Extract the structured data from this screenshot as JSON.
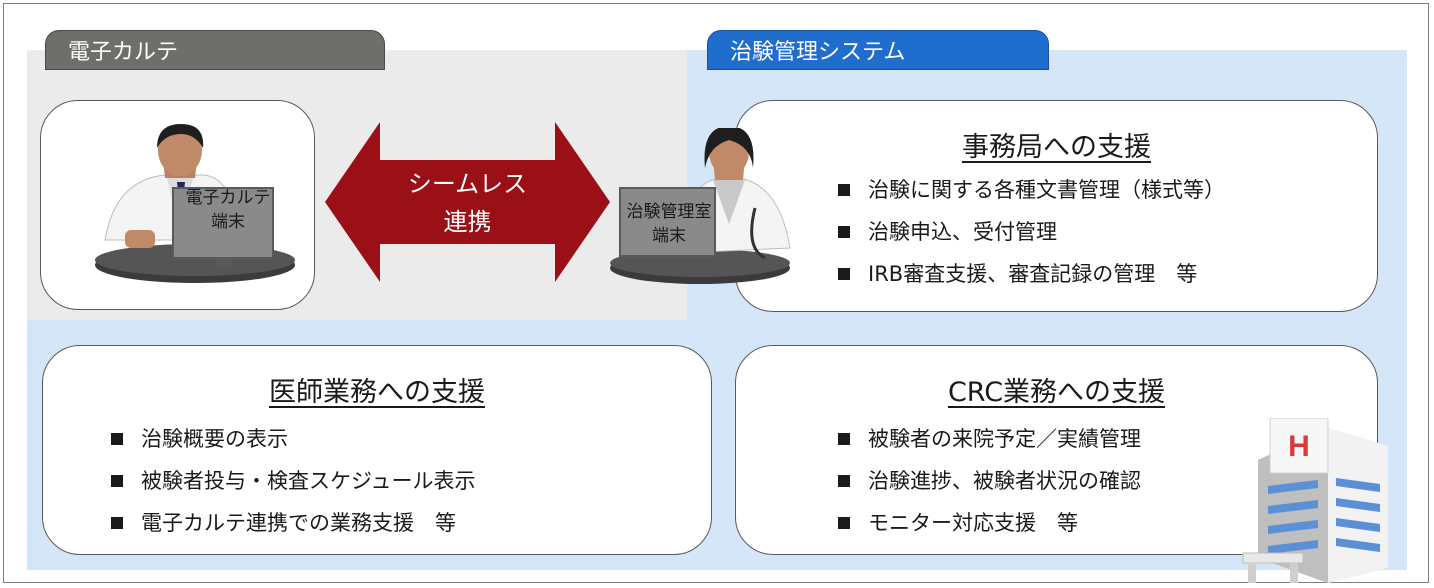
{
  "ehr": {
    "tab_label": "電子カルテ",
    "terminal_line1": "電子カルテ",
    "terminal_line2": "端末"
  },
  "system": {
    "tab_label": "治験管理システム",
    "terminal_line1": "治験管理室",
    "terminal_line2": "端末"
  },
  "link": {
    "line1": "シームレス",
    "line2": "連携"
  },
  "office_support": {
    "title": "事務局への支援",
    "items": [
      "治験に関する各種文書管理（様式等）",
      "治験申込、受付管理",
      "IRB審査支援、審査記録の管理　等"
    ]
  },
  "doctor_support": {
    "title": "医師業務への支援",
    "items": [
      "治験概要の表示",
      "被験者投与・検査スケジュール表示",
      "電子カルテ連携での業務支援　等"
    ]
  },
  "crc_support": {
    "title": "CRC業務への支援",
    "items": [
      "被験者の来院予定／実績管理",
      "治験進捗、被験者状況の確認",
      "モニター対応支援　等"
    ]
  },
  "colors": {
    "arrow": "#9b1016",
    "ehr_tab": "#6e6e6b",
    "system_tab": "#1f6dcc",
    "system_bg": "#d4e6f7",
    "ehr_bg": "#ebebeb"
  }
}
